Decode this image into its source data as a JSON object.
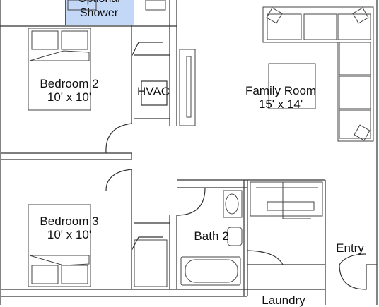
{
  "rooms": {
    "optional_shower": {
      "line1": "Optional",
      "line2": "Shower",
      "fill": "#c3d7f7"
    },
    "bedroom2": {
      "name": "Bedroom 2",
      "size": "10' x 10'"
    },
    "bedroom3": {
      "name": "Bedroom 3",
      "size": "10' x 10'"
    },
    "hvac": {
      "name": "HVAC"
    },
    "family_room": {
      "name": "Family Room",
      "size": "15' x 14'"
    },
    "bath2": {
      "name": "Bath 2"
    },
    "entry": {
      "name": "Entry"
    },
    "laundry": {
      "name": "Laundry"
    }
  },
  "colors": {
    "wall": "#222222",
    "fixture": "#444444",
    "background": "#ffffff"
  }
}
